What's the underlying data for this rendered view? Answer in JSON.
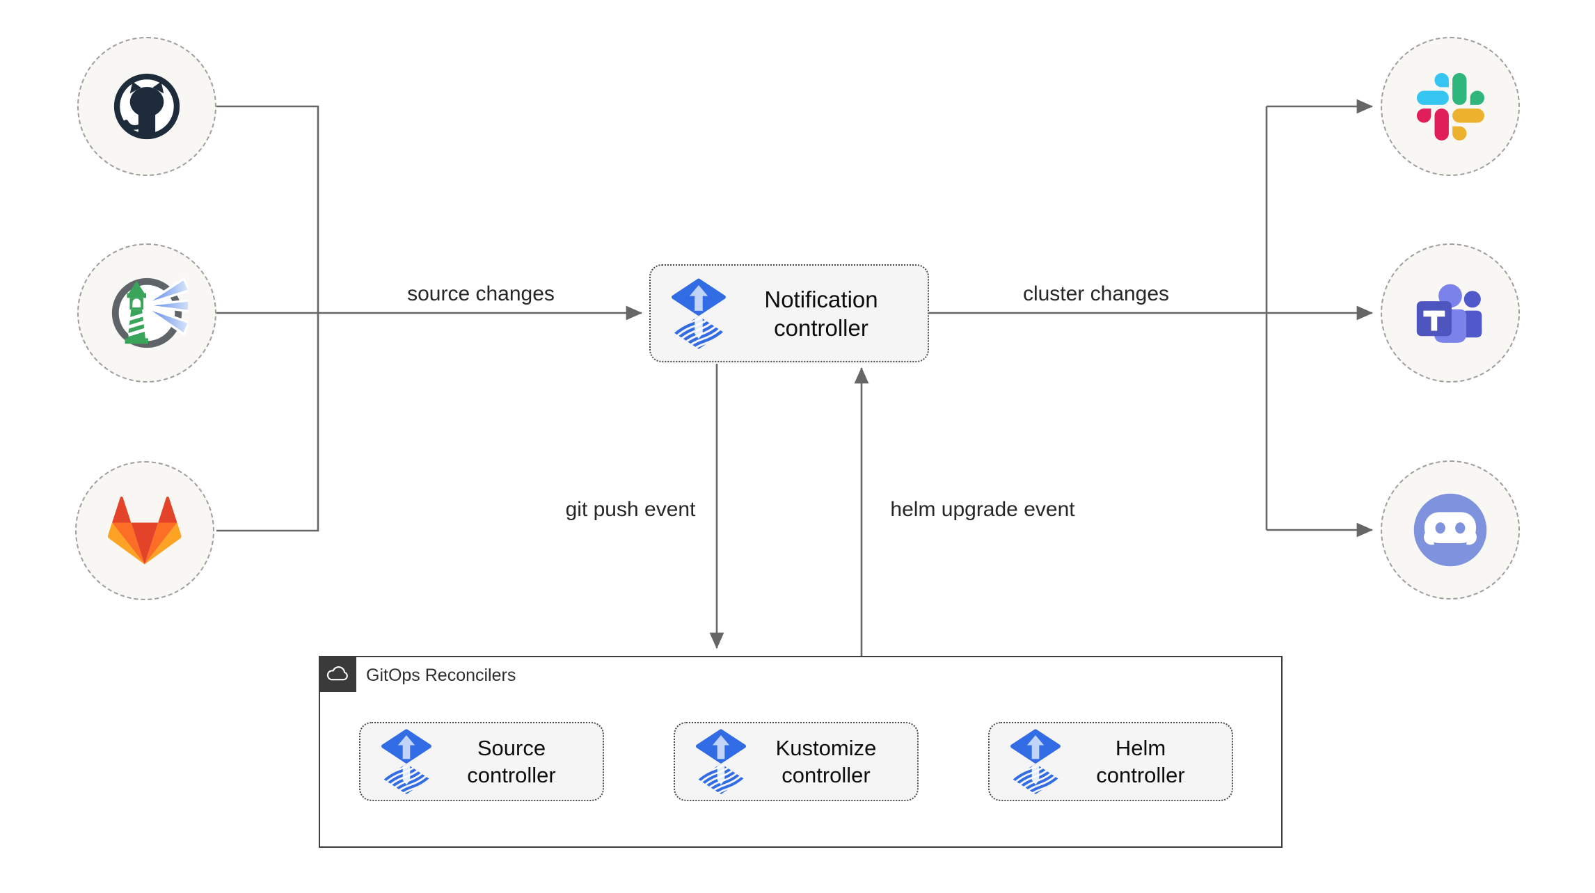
{
  "edges": {
    "source_changes": "source changes",
    "cluster_changes": "cluster changes",
    "git_push_event": "git push event",
    "helm_upgrade_event": "helm upgrade event"
  },
  "notification_controller": {
    "icon": "flux-icon",
    "line1": "Notification",
    "line2": "controller"
  },
  "reconcilers": {
    "title": "GitOps Reconcilers",
    "badge_icon": "cloud-icon",
    "items": [
      {
        "icon": "flux-icon",
        "line1": "Source",
        "line2": "controller"
      },
      {
        "icon": "flux-icon",
        "line1": "Kustomize",
        "line2": "controller"
      },
      {
        "icon": "flux-icon",
        "line1": "Helm",
        "line2": "controller"
      }
    ]
  },
  "source_nodes": [
    {
      "icon": "github-icon"
    },
    {
      "icon": "harbor-icon"
    },
    {
      "icon": "gitlab-icon"
    }
  ],
  "target_nodes": [
    {
      "icon": "slack-icon"
    },
    {
      "icon": "microsoft-teams-icon"
    },
    {
      "icon": "discord-icon"
    }
  ],
  "colors": {
    "flux_blue": "#316ce4",
    "flux_arrow_light": "#c9daf8",
    "connector_gray": "#666666",
    "node_fill": "#f8f7f4",
    "box_fill": "#f5f5f5",
    "container_border": "#3d3d3d",
    "github_dark": "#1d2b3a",
    "harbor_ring_gray": "#5e6468",
    "harbor_green": "#3aa55a",
    "harbor_beam_blue": "#4b7de4",
    "gitlab_red": "#e24329",
    "gitlab_orange": "#fc6d26",
    "gitlab_yellow": "#fca326",
    "slack_blue": "#36c5f0",
    "slack_green": "#2eb67d",
    "slack_yellow": "#ecb22e",
    "slack_red": "#e01e5a",
    "teams_dark_purple": "#4e55bf",
    "teams_mid_purple": "#5059c9",
    "teams_light_purple": "#7b83eb",
    "discord_blurple": "#7f92dd"
  }
}
